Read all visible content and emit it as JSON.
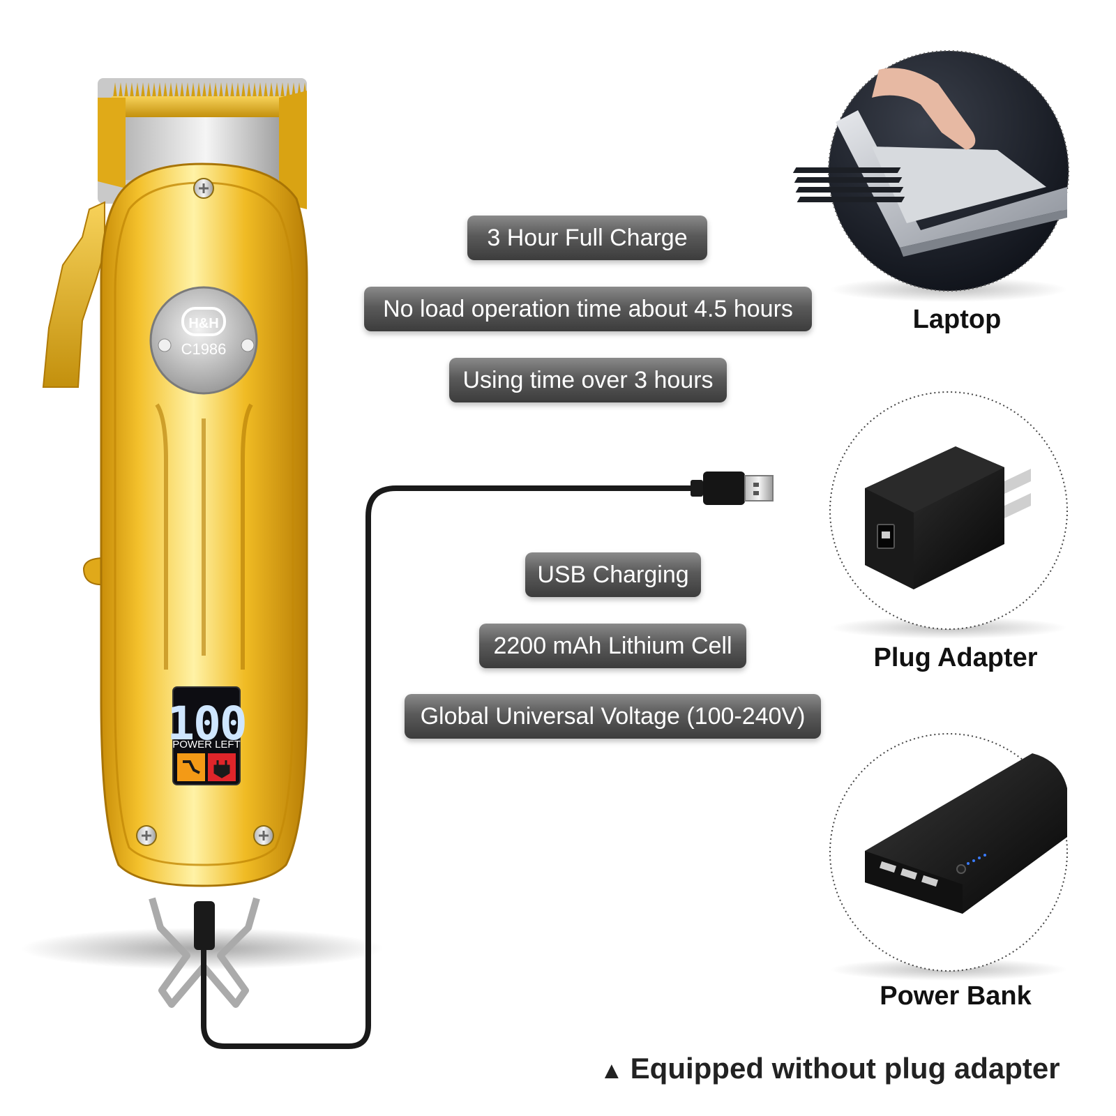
{
  "specs": [
    "3 Hour Full Charge",
    "No load operation time about 4.5 hours",
    "Using time over 3 hours",
    "USB Charging",
    "2200 mAh Lithium Cell",
    "Global Universal Voltage (100-240V)"
  ],
  "sources": {
    "laptop": "Laptop",
    "plug_adapter": "Plug Adapter",
    "power_bank": "Power Bank"
  },
  "clipper": {
    "badge_logo": "H&H",
    "badge_model": "C1986",
    "display_value": "100",
    "display_label": "POWER LEFT"
  },
  "footnote": {
    "symbol": "▲",
    "text": "Equipped without plug adapter"
  },
  "colors": {
    "gold": "#e8b21a",
    "gold_light": "#fff2a6",
    "pill_dark": "#3c3c3c",
    "cable": "#1a1a1a"
  },
  "icons": [
    "laptop-icon",
    "plug-adapter-icon",
    "power-bank-icon",
    "usb-plug-icon",
    "clipper-illustration"
  ]
}
